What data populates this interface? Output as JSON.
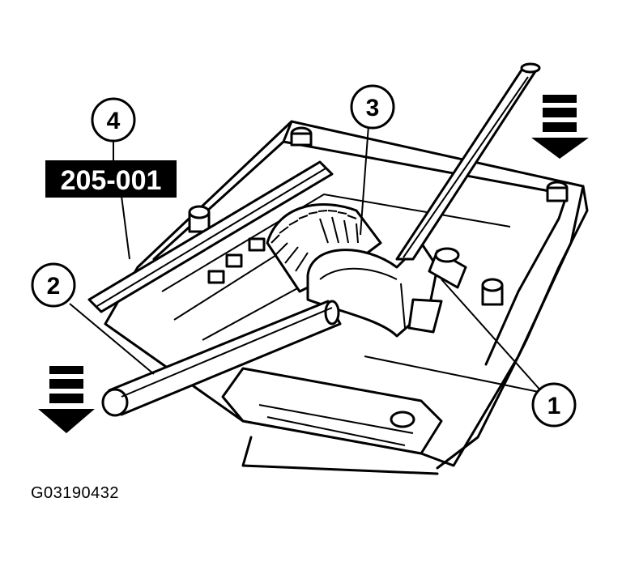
{
  "callouts": {
    "c1": "1",
    "c2": "2",
    "c3": "3",
    "c4": "4"
  },
  "tool_number": "205-001",
  "figure_id": "G03190432",
  "icons": [
    "arrow-down-icon",
    "arrow-down-icon"
  ],
  "colors": {
    "ink": "#000000",
    "paper": "#ffffff"
  }
}
